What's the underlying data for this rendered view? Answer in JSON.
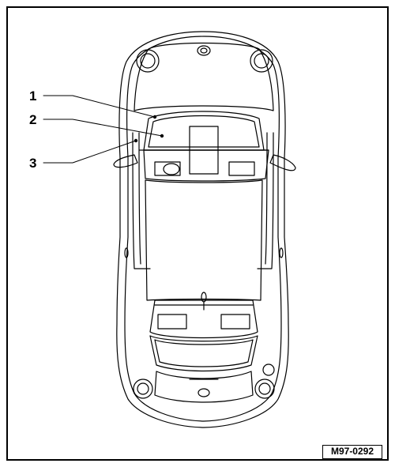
{
  "callouts": [
    {
      "label": "1"
    },
    {
      "label": "2"
    },
    {
      "label": "3"
    }
  ],
  "figure_id": "M97-0292"
}
